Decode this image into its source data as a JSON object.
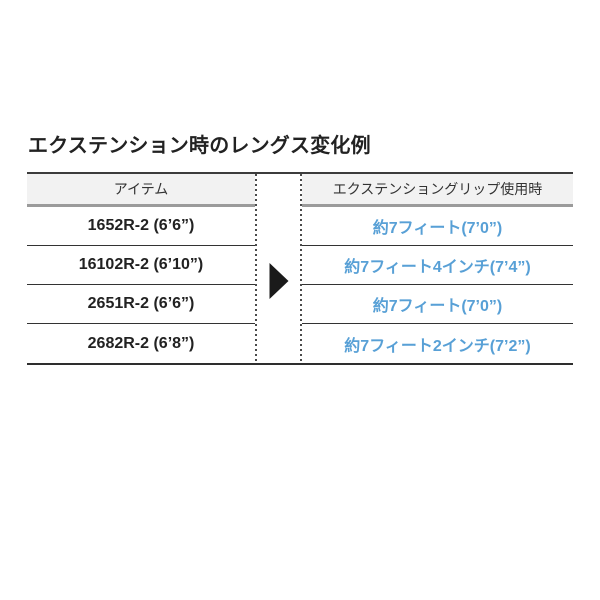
{
  "title": "エクステンション時のレングス変化例",
  "table": {
    "item_header": "アイテム",
    "extended_header": "エクステンショングリップ使用時",
    "rows": [
      {
        "item": "1652R-2 (6’6”)",
        "extended": "約7フィート(7’0”)"
      },
      {
        "item": "16102R-2 (6’10”)",
        "extended": "約7フィート4インチ(7’4”)"
      },
      {
        "item": "2651R-2 (6’6”)",
        "extended": "約7フィート(7’0”)"
      },
      {
        "item": "2682R-2 (6’8”)",
        "extended": "約7フィート2インチ(7’2”)"
      }
    ]
  },
  "icons": {
    "arrow": "right-arrow"
  },
  "colors": {
    "accent_blue": "#58a0d6",
    "text_dark": "#222222",
    "header_bg": "#f2f2f2",
    "header_border": "#9b9b9b",
    "row_border": "#333333",
    "arrow_black": "#1a1a1a"
  }
}
